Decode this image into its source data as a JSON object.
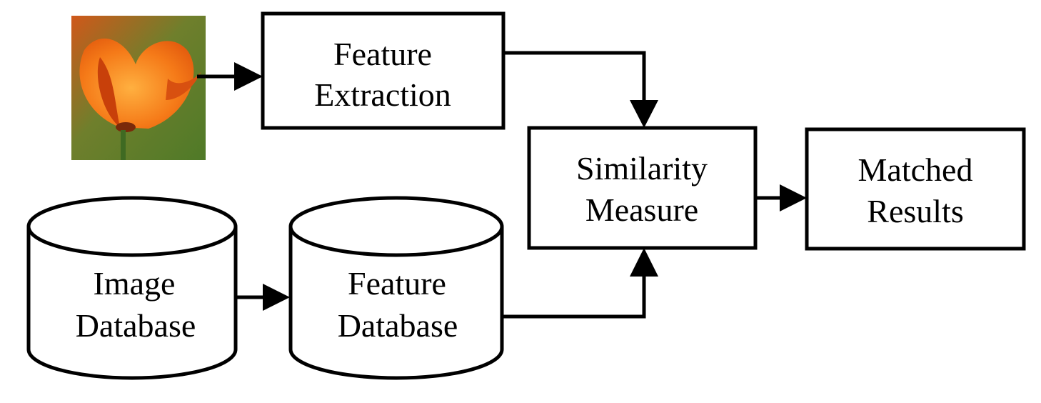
{
  "nodes": {
    "query_image": {
      "icon": "flower-photo",
      "colors": {
        "petal": "#f26a10",
        "petal_dark": "#c8400a",
        "background": "#5a7a2a",
        "stem": "#3f6a22"
      }
    },
    "feature_extraction": {
      "lines": [
        "Feature",
        "Extraction"
      ]
    },
    "similarity_measure": {
      "lines": [
        "Similarity",
        "Measure"
      ]
    },
    "matched_results": {
      "lines": [
        "Matched",
        "Results"
      ]
    },
    "image_database": {
      "icon": "database-cylinder",
      "lines": [
        "Image",
        "Database"
      ]
    },
    "feature_database": {
      "icon": "database-cylinder",
      "lines": [
        "Feature",
        "Database"
      ]
    }
  },
  "colors": {
    "stroke": "#000000",
    "background": "#ffffff"
  }
}
